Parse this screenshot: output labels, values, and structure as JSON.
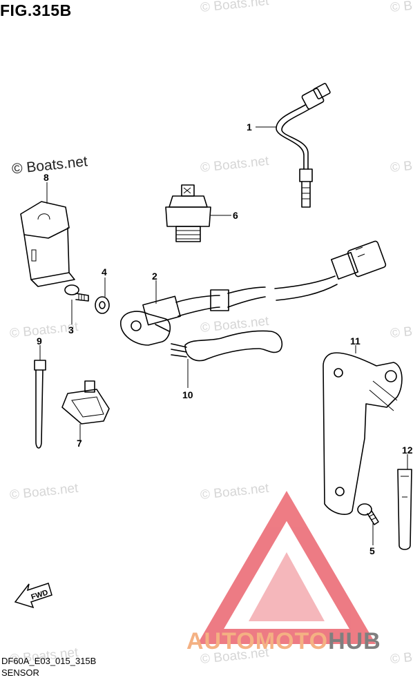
{
  "figure": {
    "title": "FIG.315B",
    "code": "DF60A_E03_015_315B",
    "name": "SENSOR"
  },
  "watermark": {
    "text": "© Boats.net",
    "prominent_text": "© Boats.net"
  },
  "brand": {
    "part1": "AUTOMOTO",
    "part2": "HUB",
    "logo_color": "#e8505b",
    "part1_color": "#f4b183",
    "part2_color": "#7f7f7f"
  },
  "fwd_label": "FWD",
  "callouts": [
    {
      "id": "1",
      "label": "1"
    },
    {
      "id": "2",
      "label": "2"
    },
    {
      "id": "3",
      "label": "3"
    },
    {
      "id": "4",
      "label": "4"
    },
    {
      "id": "5",
      "label": "5"
    },
    {
      "id": "6",
      "label": "6"
    },
    {
      "id": "7",
      "label": "7"
    },
    {
      "id": "8",
      "label": "8"
    },
    {
      "id": "9",
      "label": "9"
    },
    {
      "id": "10",
      "label": "10"
    },
    {
      "id": "11",
      "label": "11"
    },
    {
      "id": "12",
      "label": "12"
    }
  ]
}
